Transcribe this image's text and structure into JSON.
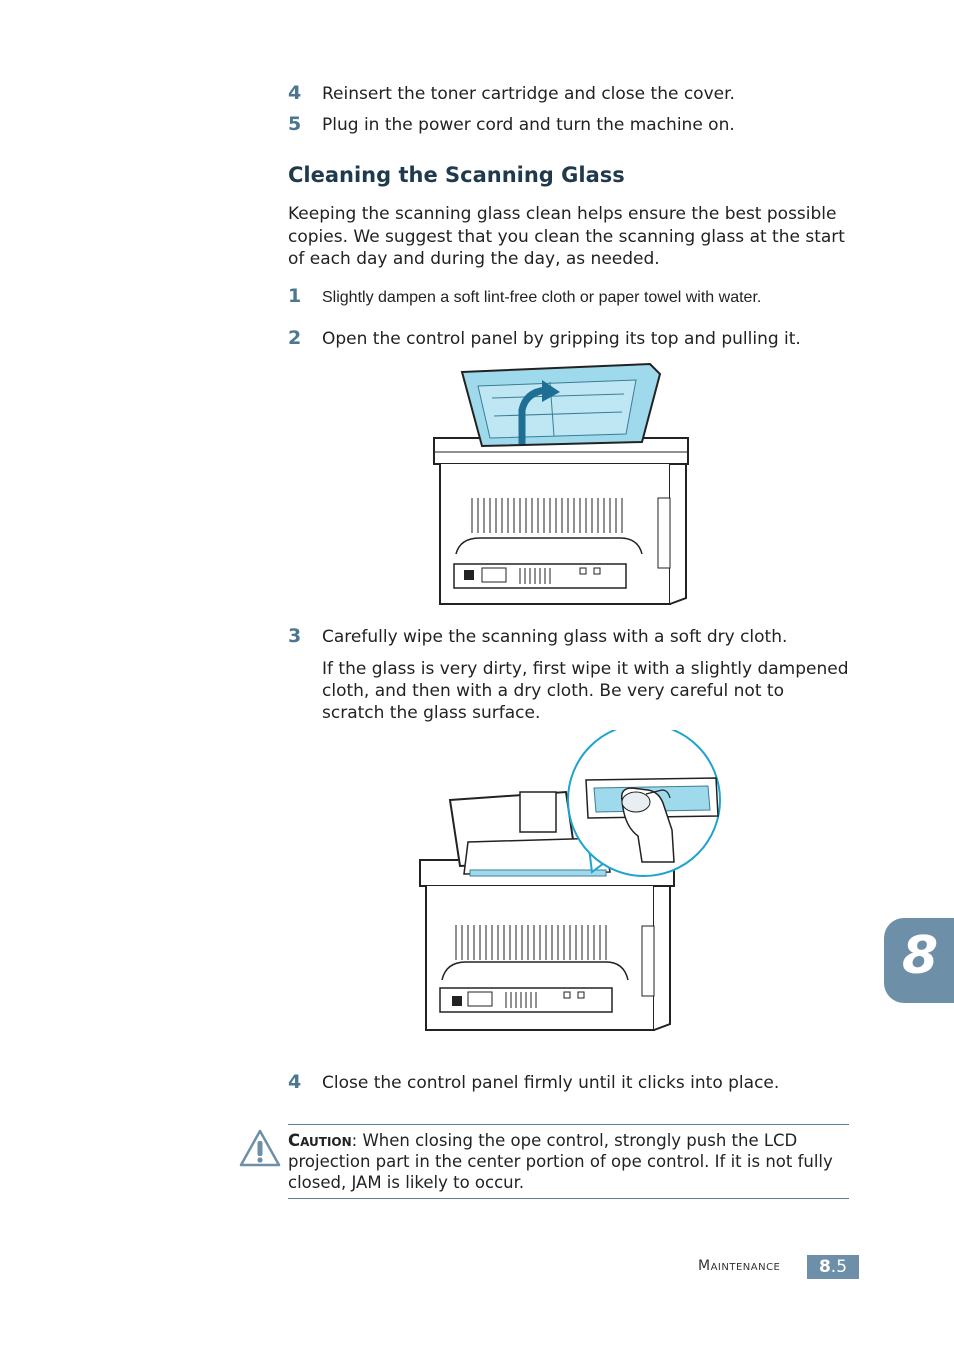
{
  "steps_top": [
    {
      "num": "4",
      "text": "Reinsert the toner cartridge and close the cover."
    },
    {
      "num": "5",
      "text": "Plug in the power cord and turn the machine on."
    }
  ],
  "section": {
    "title": "Cleaning the Scanning Glass",
    "intro": "Keeping the scanning glass clean helps ensure the best possible copies. We suggest that you clean the scanning glass at the start of each day and during the day, as needed."
  },
  "steps": [
    {
      "num": "1",
      "text": "Slightly dampen a soft lint-free cloth or paper towel with water."
    },
    {
      "num": "2",
      "text": "Open the control panel by gripping its top and pulling it."
    },
    {
      "num": "3",
      "text": "Carefully wipe the scanning glass with a soft dry cloth."
    },
    {
      "num": "4",
      "text": "Close the control panel firmly until it clicks into place."
    }
  ],
  "step3_note": "If the glass is very dirty, first wipe it with a slightly dampened cloth, and then with a dry cloth. Be very careful not to scratch the glass surface.",
  "caution": {
    "label": "Caution",
    "text": ": When closing the ope control, strongly push the LCD projection part in the center portion of ope control. If it is not fully closed, JAM is likely to occur."
  },
  "chapter_tab": "8",
  "footer": {
    "section": "Maintenance",
    "chapter": "8",
    "page": ".5"
  },
  "colors": {
    "accent": "#6e8fa8",
    "step_number": "#4d7691",
    "glass_blue": "#9fd9ec"
  }
}
